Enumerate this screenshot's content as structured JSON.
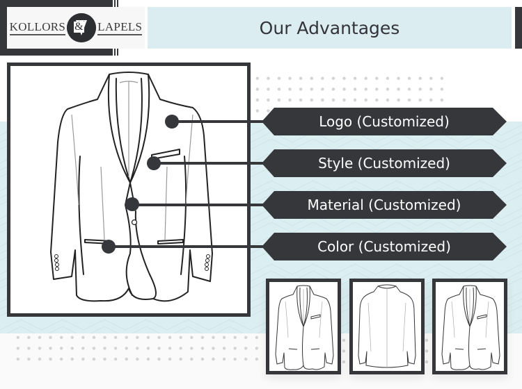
{
  "brand": {
    "logo_left": "KOLLORS",
    "logo_amp": "&",
    "logo_right": "LAPELS"
  },
  "header": {
    "title": "Our Advantages"
  },
  "features": [
    {
      "label": "Logo (Customized)"
    },
    {
      "label": "Style (Customized)"
    },
    {
      "label": "Material (Customized)"
    },
    {
      "label": "Color (Customized)"
    }
  ],
  "thumbnails": [
    {
      "view": "front-view"
    },
    {
      "view": "back-view"
    },
    {
      "view": "front-view"
    }
  ],
  "colors": {
    "dark": "#36373b",
    "band": "#dbeef1",
    "title_bg": "#dcedf1",
    "white": "#ffffff"
  }
}
